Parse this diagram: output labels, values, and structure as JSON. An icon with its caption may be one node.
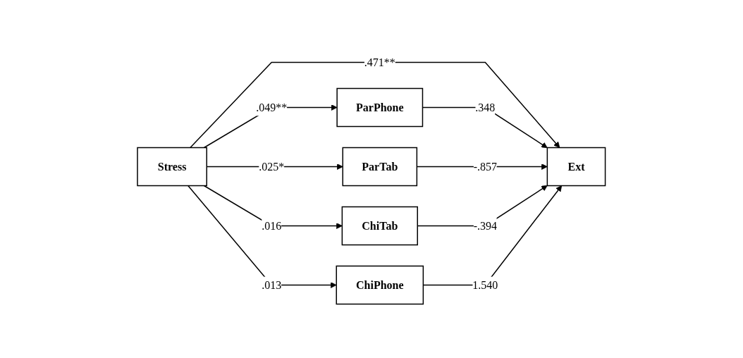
{
  "diagram": {
    "nodes": [
      {
        "text": [
          "Stress"
        ]
      },
      {
        "text": [
          "ParPhone"
        ]
      },
      {
        "text": [
          "ParTab"
        ]
      },
      {
        "text": [
          "ChiTab"
        ]
      },
      {
        "text": [
          "ChiPhone"
        ]
      },
      {
        "text": [
          "Ext"
        ]
      }
    ],
    "edges": [
      {
        "from": 0,
        "to": 1,
        "arrow": "to",
        "label": ".049**"
      },
      {
        "from": 0,
        "to": 2,
        "arrow": "to",
        "label": ".025*"
      },
      {
        "from": 0,
        "to": 5,
        "arrow": "to",
        "label": ".471**"
      },
      {
        "from": 0,
        "to": 3,
        "arrow": "to",
        "label": ".016"
      },
      {
        "from": 0,
        "to": 4,
        "arrow": "to",
        "label": ".013"
      },
      {
        "from": 1,
        "to": 5,
        "arrow": "to",
        "label": ".348"
      },
      {
        "from": 2,
        "to": 5,
        "arrow": "to",
        "label": "-.857"
      },
      {
        "from": 3,
        "to": 5,
        "arrow": "to",
        "label": "-.394"
      },
      {
        "from": 4,
        "to": 5,
        "arrow": "to",
        "label": "1.540"
      }
    ]
  }
}
